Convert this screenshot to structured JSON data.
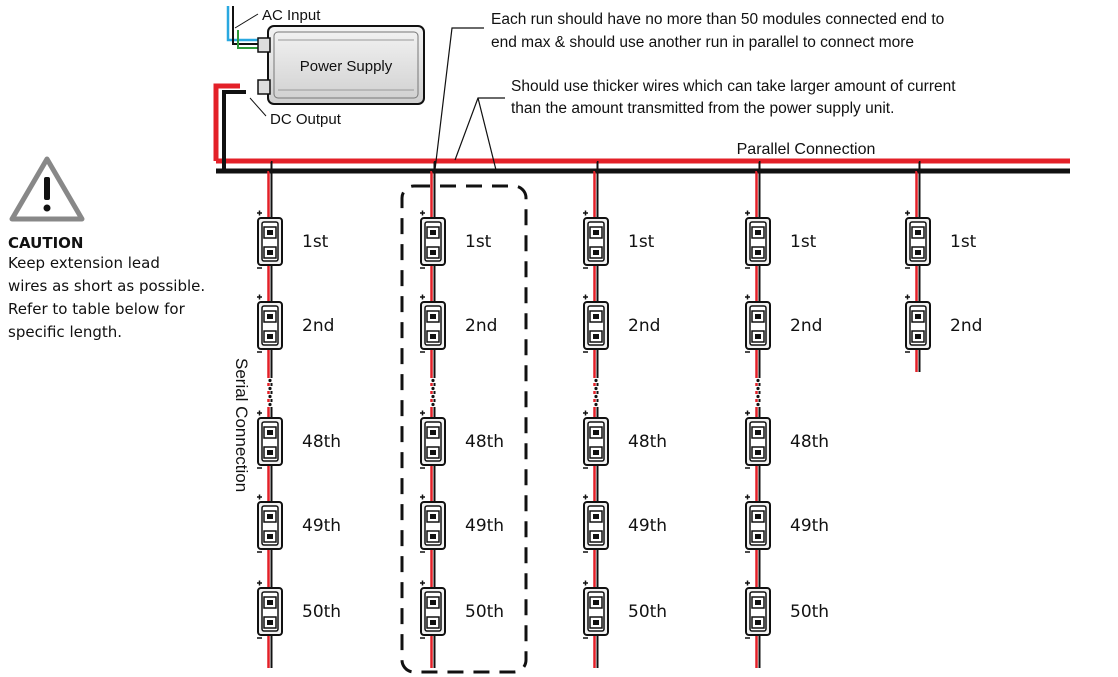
{
  "power": {
    "ac_input_label": "AC Input",
    "power_supply_label": "Power Supply",
    "dc_output_label": "DC Output"
  },
  "notes": {
    "run_limit": [
      "Each run should have no more than 50 modules connected end to",
      "end max & should use another run in parallel to connect more"
    ],
    "thick_wires": [
      "Should use thicker wires which can take larger amount of current",
      "than the amount transmitted from the power supply unit."
    ]
  },
  "parallel_connection_label": "Parallel Connection",
  "serial_connection_label": "Serial Connection",
  "caution": {
    "title": "CAUTION",
    "lines": [
      "Keep extension lead",
      "wires as short as possible.",
      "Refer to table below for",
      "specific length."
    ]
  },
  "module_labels": [
    "1st",
    "2nd",
    "48th",
    "49th",
    "50th"
  ],
  "runs": [
    {
      "modules": [
        "1st",
        "2nd",
        "48th",
        "49th",
        "50th"
      ]
    },
    {
      "modules": [
        "1st",
        "2nd",
        "48th",
        "49th",
        "50th"
      ],
      "highlighted": true
    },
    {
      "modules": [
        "1st",
        "2nd",
        "48th",
        "49th",
        "50th"
      ]
    },
    {
      "modules": [
        "1st",
        "2nd",
        "48th",
        "49th",
        "50th"
      ]
    },
    {
      "modules": [
        "1st",
        "2nd"
      ]
    }
  ],
  "colors": {
    "positive_wire": "#e32028",
    "negative_wire": "#111111",
    "ac_wire": "#29a8e0",
    "ground_wire": "#2e9a3a"
  }
}
